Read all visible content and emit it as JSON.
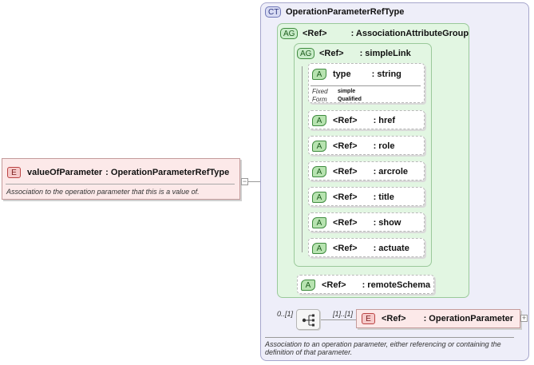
{
  "root": {
    "badge": "E",
    "name": "valueOfParameter",
    "type": ": OperationParameterRefType",
    "doc": "Association to the operation parameter that this is a value of."
  },
  "complex_type": {
    "badge": "CT",
    "name": "OperationParameterRefType",
    "doc": "Association to an operation parameter, either referencing or containing the definition of that parameter."
  },
  "association_group": {
    "badge": "AG",
    "ref": "<Ref>",
    "type": ": AssociationAttributeGroup"
  },
  "simple_link": {
    "badge": "AG",
    "ref": "<Ref>",
    "type": ": simpleLink",
    "type_attr": {
      "badge": "A",
      "name": "type",
      "type": ": string",
      "fixed_label": "Fixed",
      "fixed_value": "simple",
      "form_label": "Form",
      "form_value": "Qualified"
    },
    "attributes": [
      {
        "badge": "A",
        "ref": "<Ref>",
        "type": ": href"
      },
      {
        "badge": "A",
        "ref": "<Ref>",
        "type": ": role"
      },
      {
        "badge": "A",
        "ref": "<Ref>",
        "type": ": arcrole"
      },
      {
        "badge": "A",
        "ref": "<Ref>",
        "type": ": title"
      },
      {
        "badge": "A",
        "ref": "<Ref>",
        "type": ": show"
      },
      {
        "badge": "A",
        "ref": "<Ref>",
        "type": ": actuate"
      }
    ]
  },
  "remote_schema": {
    "badge": "A",
    "ref": "<Ref>",
    "type": ": remoteSchema"
  },
  "sequence": {
    "outer_cardinality": "0..[1]",
    "inner_cardinality": "[1]..[1]"
  },
  "operation_parameter": {
    "badge": "E",
    "ref": "<Ref>",
    "type": ": OperationParameter"
  },
  "colors": {
    "ct_background": "#eeeef9",
    "group_background": "#e2f6e2",
    "element_background": "#fce9e9"
  }
}
